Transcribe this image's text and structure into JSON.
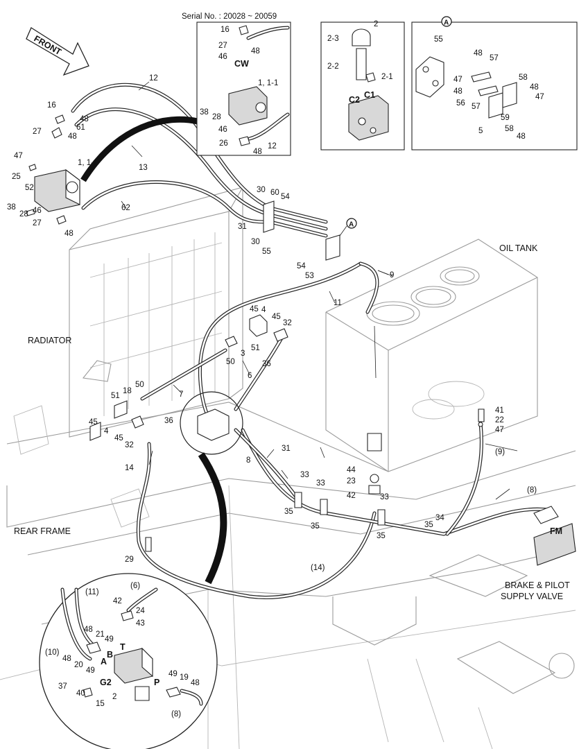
{
  "serial_note": "Serial No. : 20028 ~ 20059",
  "front_label": "FRONT",
  "captions": {
    "radiator": "RADIATOR",
    "oil_tank": "OIL TANK",
    "rear_frame": "REAR FRAME",
    "brake_valve_1": "BRAKE & PILOT",
    "brake_valve_2": "SUPPLY VALVE",
    "fm": "FM",
    "cw": "CW"
  },
  "ref_a": "A",
  "callouts": {
    "c12": "12",
    "c13": "13",
    "c62": "62",
    "c11": "11",
    "c9": "9",
    "c6": "6",
    "c7": "7",
    "c14": "14",
    "c16": "16",
    "c48a": "48",
    "c61": "61",
    "c27": "27",
    "c47": "47",
    "c25": "25",
    "c52": "52",
    "c38": "38",
    "c28": "28",
    "c46": "46",
    "c111": "1, 1-1",
    "c48b": "48",
    "c30": "30",
    "c60": "60",
    "c54": "54",
    "c31": "31",
    "c55": "55",
    "c53": "53",
    "c45": "45",
    "c4": "4",
    "c32": "32",
    "c51": "51",
    "c3": "3",
    "c50": "50",
    "c36": "36",
    "c18": "18",
    "c8": "8",
    "c33": "33",
    "c35": "35",
    "c44": "44",
    "c23": "23",
    "c42": "42",
    "c34": "34",
    "c29": "29",
    "c41": "41",
    "c22": "22",
    "c9p": "(9)",
    "c8p": "(8)",
    "c14p": "(14)",
    "c2": "2",
    "c23v": "2-3",
    "c22v": "2-2",
    "c21v": "2-1",
    "c2c": "C2",
    "c1c": "C1",
    "c57": "57",
    "c58": "58",
    "c59": "59",
    "c56": "56",
    "c5": "5",
    "c26": "26",
    "d6": "(6)",
    "d11": "(11)",
    "d10": "(10)",
    "d24": "24",
    "d43": "43",
    "d21": "21",
    "d49": "49",
    "d20": "20",
    "d37": "37",
    "d40": "40",
    "d15": "15",
    "d19": "19",
    "d8": "(8)",
    "port_t": "T",
    "port_a": "A",
    "port_b": "B",
    "port_p": "P",
    "port_g2": "G2"
  }
}
